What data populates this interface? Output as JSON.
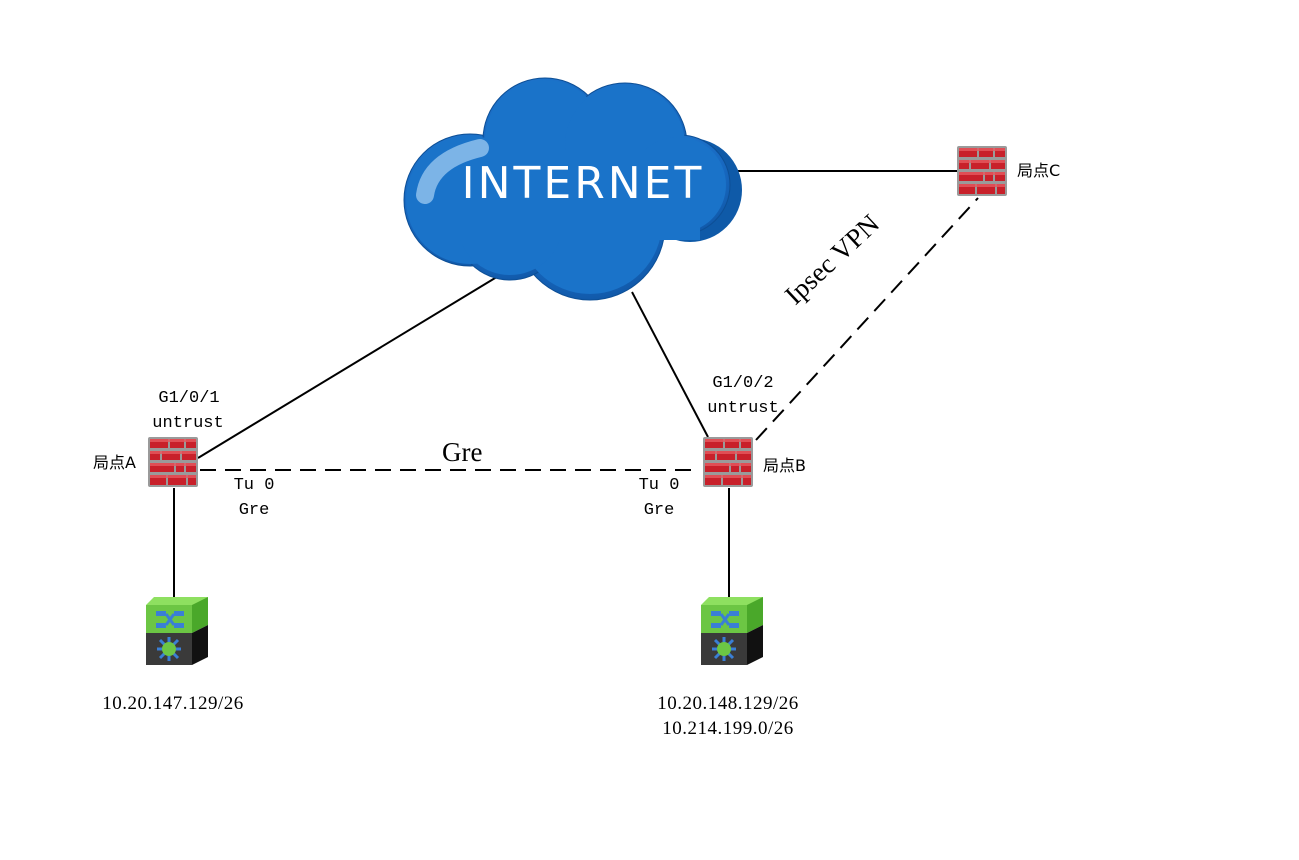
{
  "cloud": {
    "label": "INTERNET",
    "color": "#1a73c9"
  },
  "sites": {
    "a": {
      "name": "局点A",
      "interface": "G1/0/1",
      "zone": "untrust",
      "tunnel": "Tu 0",
      "tunnel_type": "Gre",
      "subnets": [
        "10.20.147.129/26"
      ]
    },
    "b": {
      "name": "局点B",
      "interface": "G1/0/2",
      "zone": "untrust",
      "tunnel": "Tu 0",
      "tunnel_type": "Gre",
      "subnets": [
        "10.20.148.129/26",
        "10.214.199.0/26"
      ]
    },
    "c": {
      "name": "局点C"
    }
  },
  "links": {
    "gre_label": "Gre",
    "ipsec_label": "Ipsec VPN"
  },
  "colors": {
    "firewall": "#c8202a",
    "mortar": "#9a9a9a",
    "switch_top": "#6cc644",
    "switch_body": "#3a3a3a",
    "port_blue": "#3a7fd5"
  }
}
